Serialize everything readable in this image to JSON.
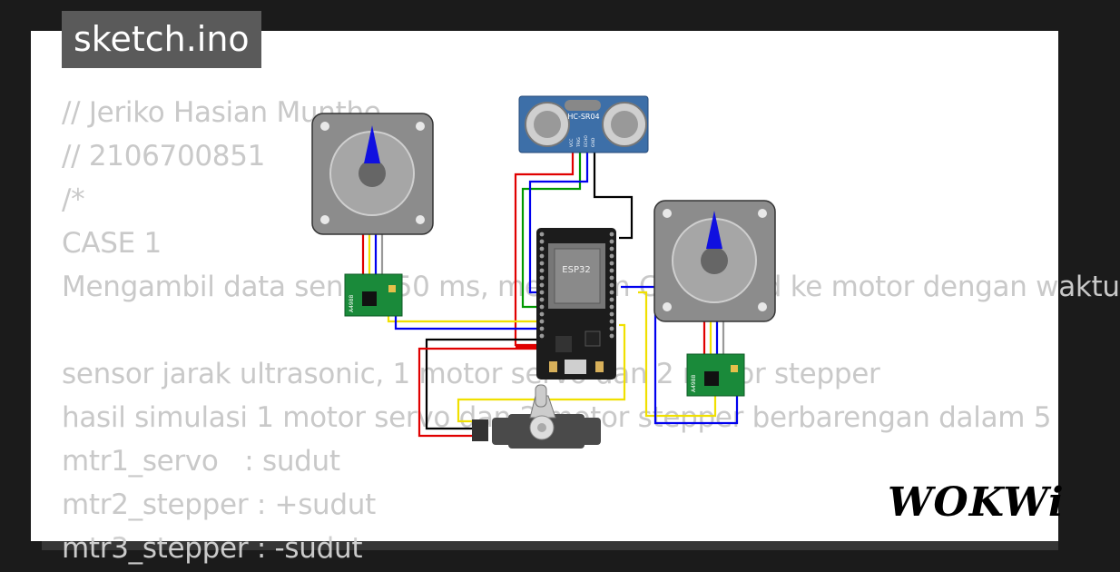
{
  "header": {
    "filename": "sketch.ino"
  },
  "code": {
    "lines": [
      "// Jeriko Hasian Munthe",
      "// 2106700851",
      "/*",
      "CASE 1",
      "Mengambil data sensor 50 ms, mengirim Command ke motor dengan waktu",
      "",
      "sensor jarak ultrasonic, 1 motor servo dan 2 motor stepper",
      "hasil simulasi 1 motor servo dan 2 motor stepper berbarengan dalam 5",
      "mtr1_servo   : sudut",
      "mtr2_stepper : +sudut",
      "mtr3_stepper : -sudut"
    ]
  },
  "components": {
    "sensor_label": "HC-SR04",
    "mcu_label": "ESP32",
    "driver_label": "A4988",
    "sensor_pins": [
      "VCC",
      "TRIG",
      "ECHO",
      "GND"
    ]
  },
  "brand": {
    "logo": "WOKWi"
  },
  "colors": {
    "background": "#1b1b1b",
    "card": "#ffffff",
    "code_text": "#c9c9c9",
    "wire_red": "#e00000",
    "wire_green": "#009900",
    "wire_blue": "#0000ee",
    "wire_yellow": "#f0e000",
    "wire_black": "#000000",
    "pcb_green": "#1a8a3a",
    "sensor_blue": "#3d6fa8"
  }
}
